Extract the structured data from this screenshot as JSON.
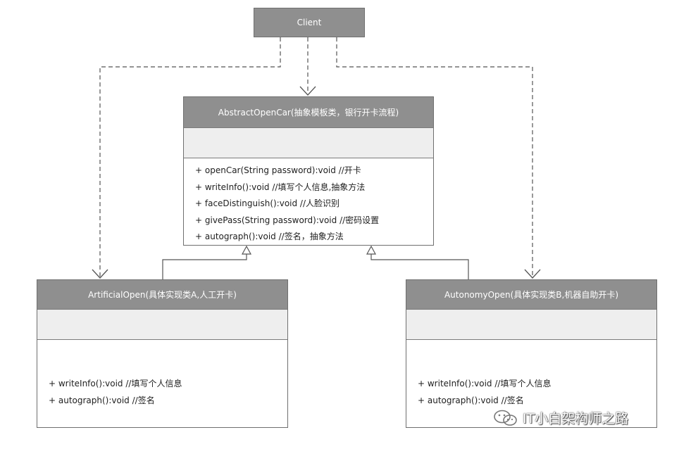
{
  "client": {
    "label": "Client"
  },
  "abstract_class": {
    "title": "AbstractOpenCar(抽象模板类，银行开卡流程)",
    "methods": [
      "+ openCar(String password):void //开卡",
      "+ writeInfo():void //填写个人信息,抽象方法",
      "+ faceDistinguish():void //人脸识别",
      "+ givePass(String password):void //密码设置",
      "+ autograph():void //签名，抽象方法"
    ]
  },
  "class_a": {
    "title": "ArtificialOpen(具体实现类A,人工开卡)",
    "methods": [
      "+ writeInfo():void //填写个人信息",
      "+ autograph():void //签名"
    ]
  },
  "class_b": {
    "title": "AutonomyOpen(具体实现类B,机器自助开卡)",
    "methods": [
      "+ writeInfo():void //填写个人信息",
      "+ autograph():void //签名"
    ]
  },
  "watermark": {
    "text": "IT小白架构师之路",
    "icon": "wechat-icon"
  }
}
